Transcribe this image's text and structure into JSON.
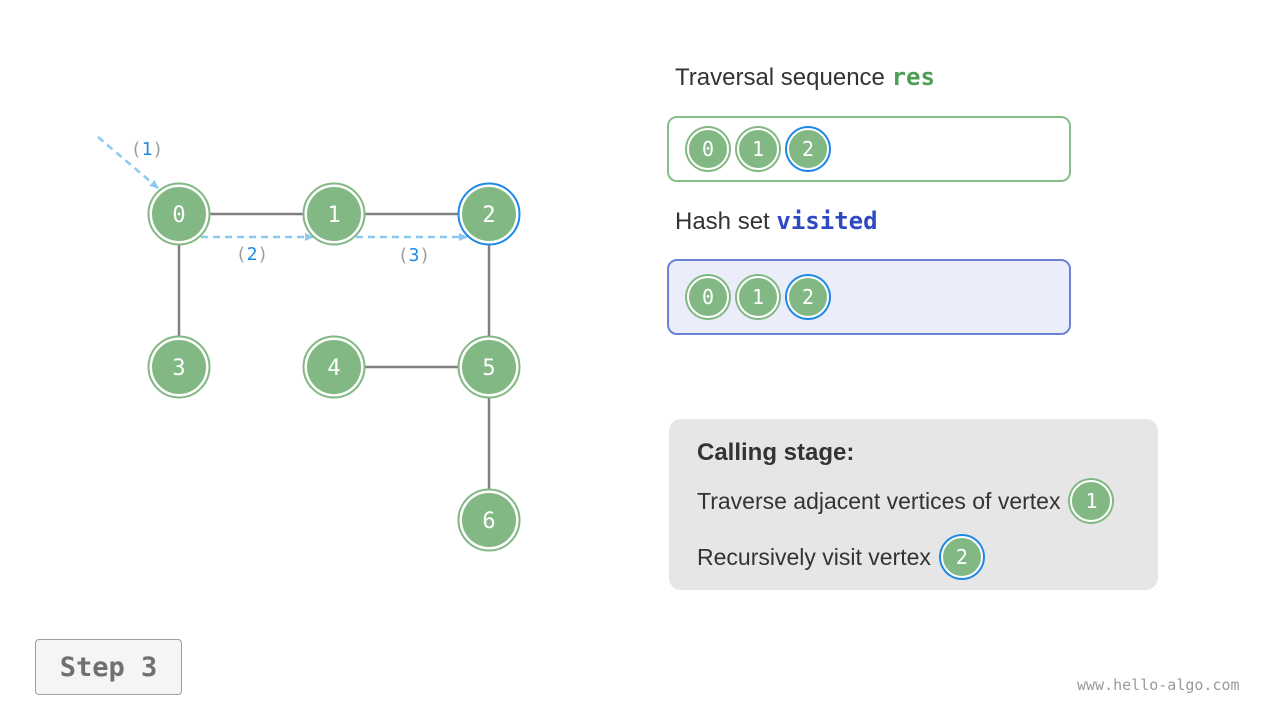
{
  "graph": {
    "nodes": [
      {
        "id": "0",
        "label": "0",
        "state": "visited"
      },
      {
        "id": "1",
        "label": "1",
        "state": "visited"
      },
      {
        "id": "2",
        "label": "2",
        "state": "current"
      },
      {
        "id": "3",
        "label": "3",
        "state": "unvisited"
      },
      {
        "id": "4",
        "label": "4",
        "state": "unvisited"
      },
      {
        "id": "5",
        "label": "5",
        "state": "unvisited"
      },
      {
        "id": "6",
        "label": "6",
        "state": "unvisited"
      }
    ],
    "edges": [
      [
        "0",
        "1"
      ],
      [
        "1",
        "2"
      ],
      [
        "0",
        "3"
      ],
      [
        "2",
        "5"
      ],
      [
        "4",
        "5"
      ],
      [
        "5",
        "6"
      ]
    ],
    "steps": [
      {
        "label_open": "(",
        "num": "1",
        "label_close": ")"
      },
      {
        "label_open": "(",
        "num": "2",
        "label_close": ")"
      },
      {
        "label_open": "(",
        "num": "3",
        "label_close": ")"
      }
    ]
  },
  "res": {
    "title_prefix": "Traversal sequence ",
    "title_code": "res",
    "items": [
      {
        "label": "0",
        "current": false
      },
      {
        "label": "1",
        "current": false
      },
      {
        "label": "2",
        "current": true
      }
    ]
  },
  "visited": {
    "title_prefix": "Hash set ",
    "title_code": "visited",
    "items": [
      {
        "label": "0",
        "current": false
      },
      {
        "label": "1",
        "current": false
      },
      {
        "label": "2",
        "current": true
      }
    ]
  },
  "stage": {
    "heading": "Calling stage:",
    "line1_text": "Traverse adjacent vertices of vertex",
    "line1_vertex": "1",
    "line2_text": "Recursively visit vertex",
    "line2_vertex": "2"
  },
  "step_label": "Step 3",
  "watermark": "www.hello-algo.com",
  "colors": {
    "node_fill": "#82b883",
    "node_ring": "#82b883",
    "current_ring": "#1e88e5",
    "edge": "#808080",
    "arrow": "#8ccaf0"
  }
}
